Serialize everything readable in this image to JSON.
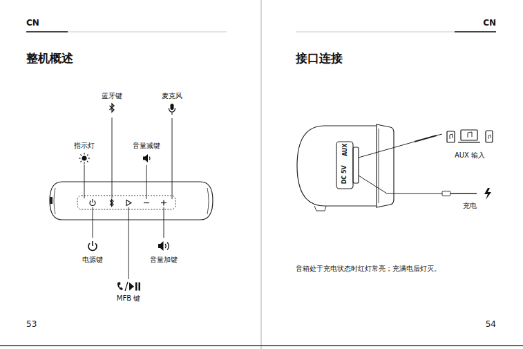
{
  "diagram": {
    "title": "整机概述",
    "labels": [
      "CN",
      "蓝牙键",
      "麦克风",
      "指示灯",
      "音量减键",
      "电源键",
      "音量加键",
      "MFB 键",
      "53",
      "CN",
      "接口连接",
      "AUX 输入",
      "充电",
      "DC 5V",
      "AUX",
      "音箱处于充电状态时红灯常亮；充满电后灯灭。",
      "54"
    ]
  }
}
